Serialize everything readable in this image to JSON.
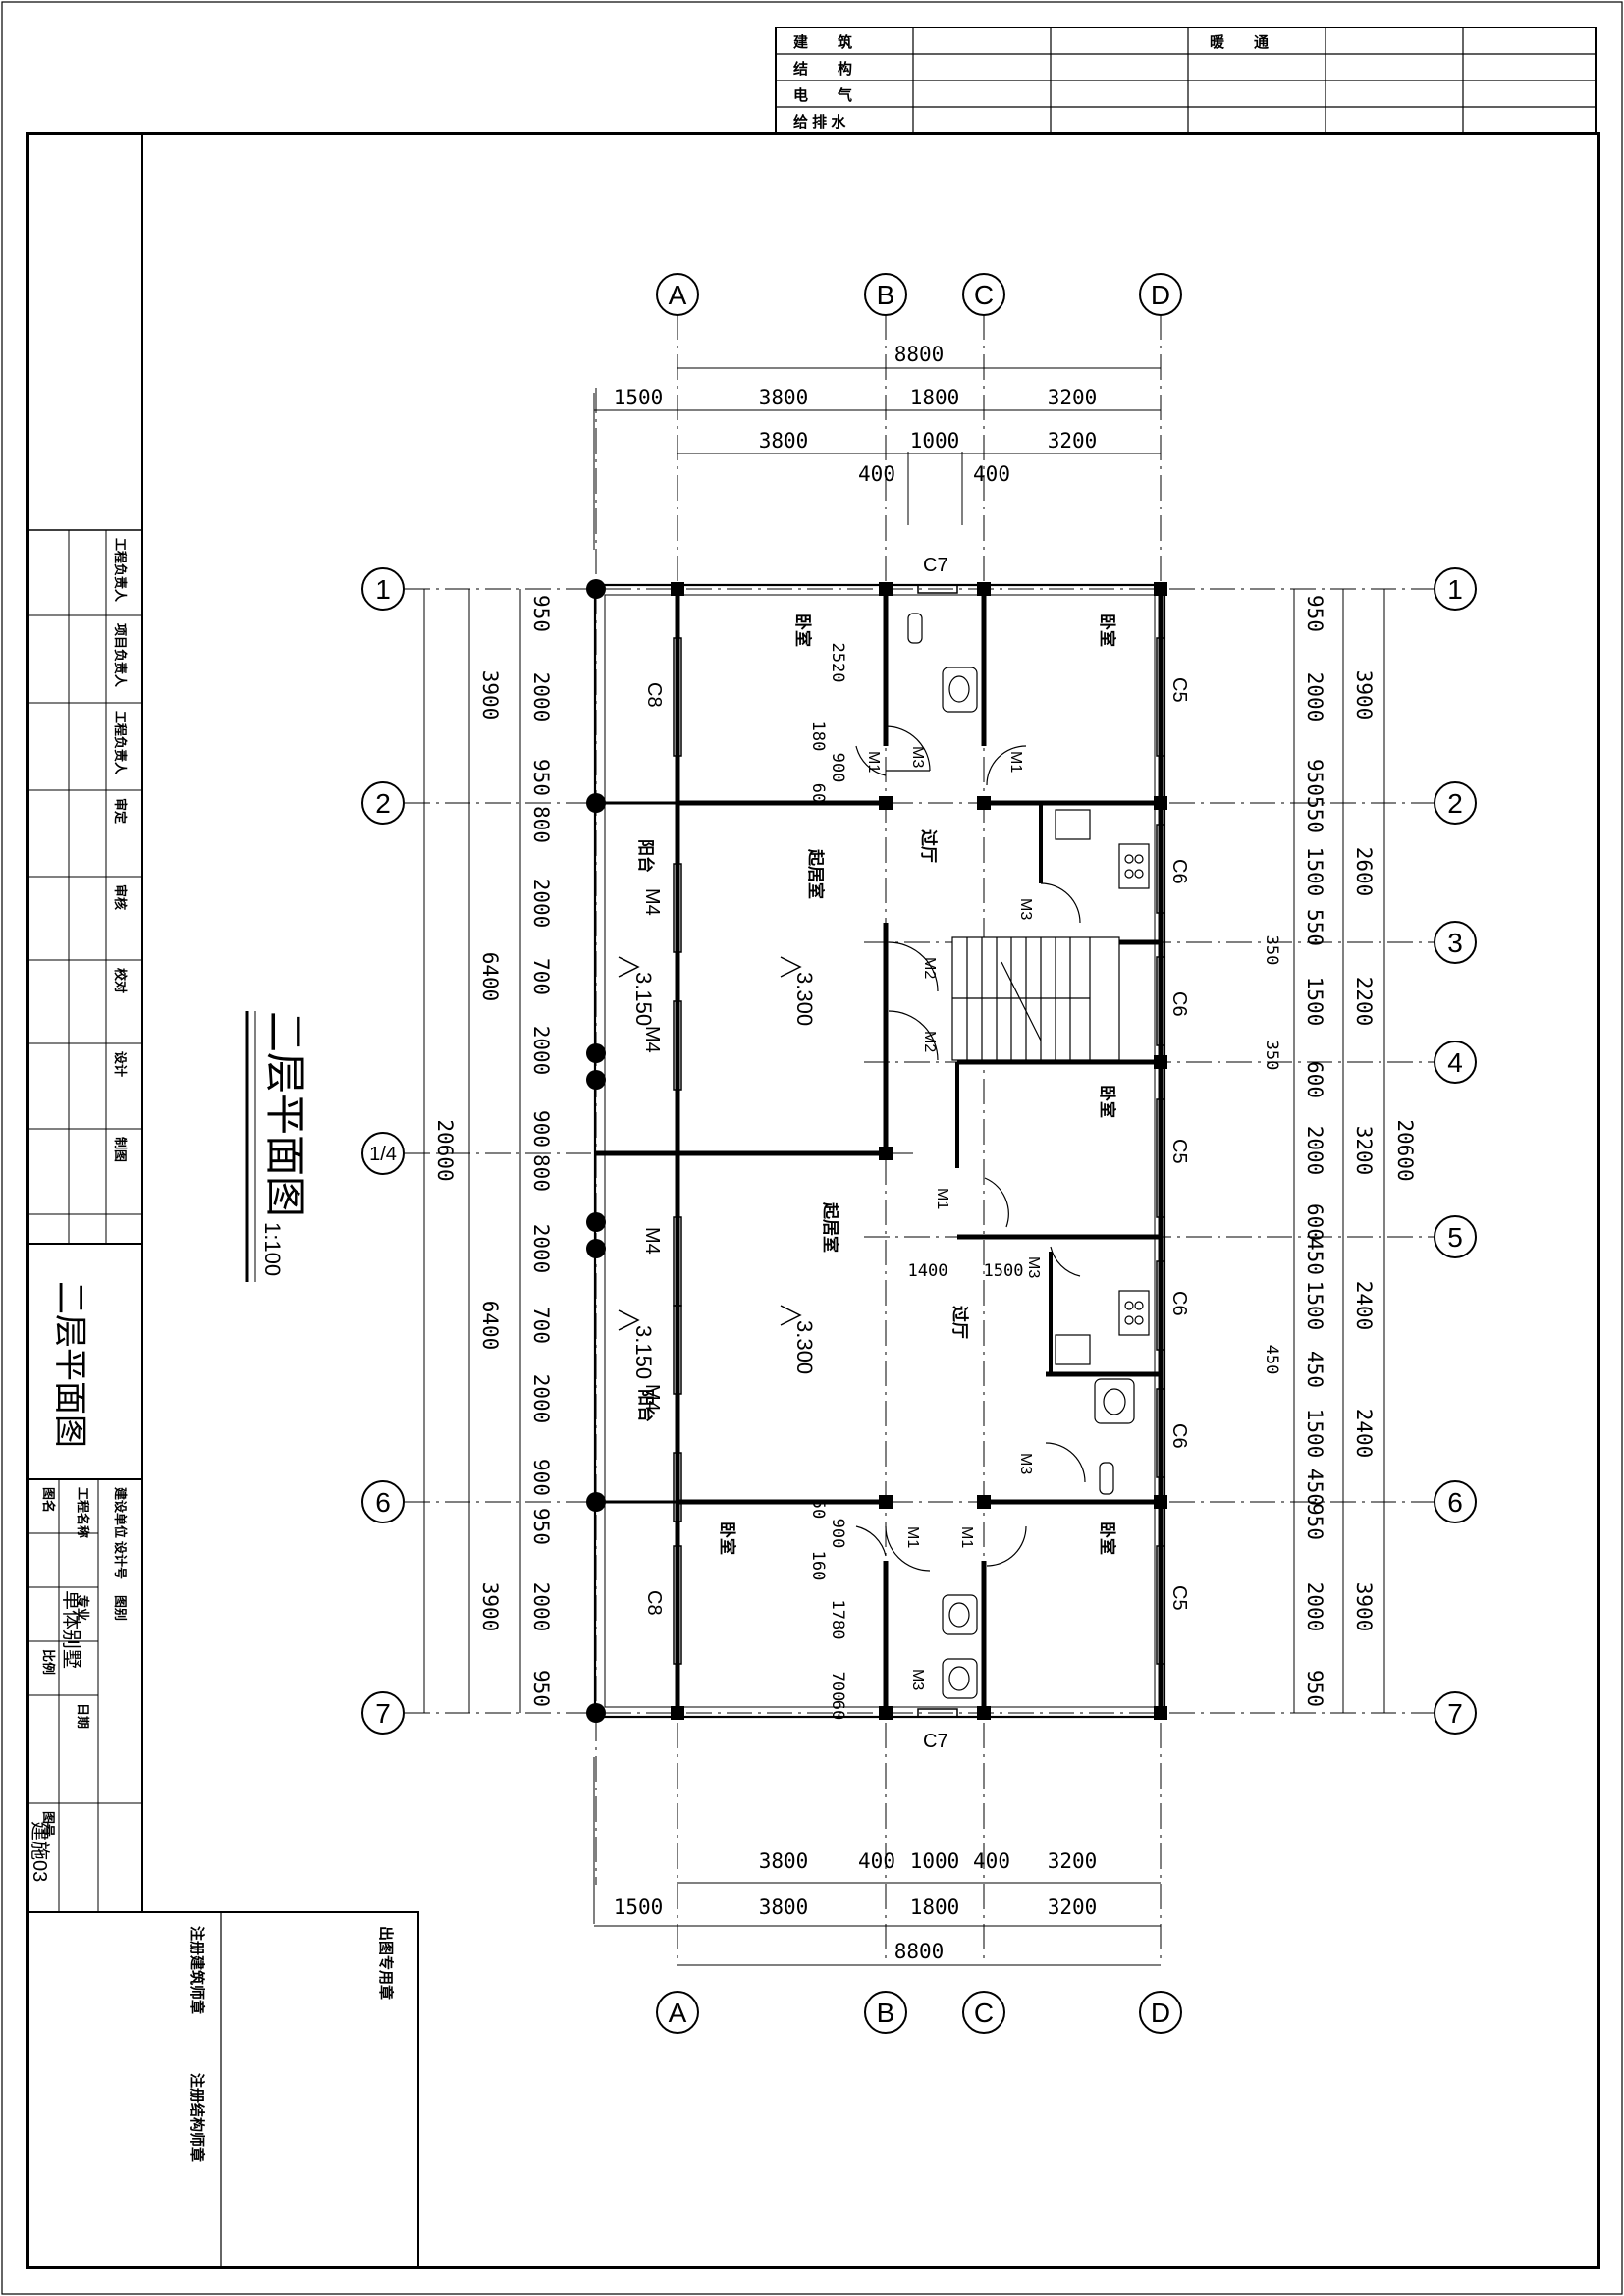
{
  "drawing": {
    "title": "二层平面图",
    "scale": "1:100",
    "project_name": "单体别墅",
    "titleblock_drawing_name": "二层平面图",
    "sheet_no": "建施03",
    "countersign": {
      "rows": [
        "建　　筑",
        "结　　构",
        "电　　气",
        "给 排 水"
      ],
      "header_extra": "暖　　通"
    },
    "seal_text": "出图专用章",
    "vertical_notes": [
      "注册建筑师章",
      "注册结构师章"
    ]
  },
  "grid": {
    "letters": [
      "A",
      "B",
      "C",
      "D"
    ],
    "numbers": [
      "1",
      "2",
      "3",
      "4",
      "1/4",
      "5",
      "6",
      "7"
    ]
  },
  "dims": {
    "top_total": "8800",
    "top_row1": [
      "1500",
      "3800",
      "1800",
      "3200"
    ],
    "top_row2": [
      "3800",
      "1000",
      "3200"
    ],
    "top_400a": "400",
    "top_400b": "400",
    "bot_row1": [
      "3800",
      "400",
      "1000",
      "400",
      "3200"
    ],
    "bot_row2": [
      "1500",
      "3800",
      "1800",
      "3200"
    ],
    "bot_total": "8800",
    "left_total": "20600",
    "left_mid": [
      "3900",
      "6400",
      "6400",
      "3900"
    ],
    "left_fine": [
      "950",
      "2000",
      "950",
      "800",
      "2000",
      "700",
      "2000",
      "900",
      "800",
      "2000",
      "700",
      "2000",
      "900",
      "950",
      "2000",
      "950"
    ],
    "right_total": "20600",
    "right_mid": [
      "3900",
      "2600",
      "2200",
      "3200",
      "2400",
      "2400",
      "3900"
    ],
    "right_fine": [
      "950",
      "2000",
      "950",
      "550",
      "1500",
      "550",
      "350",
      "1500",
      "350",
      "600",
      "2000",
      "600",
      "450",
      "1500",
      "450",
      "1500",
      "450",
      "950",
      "2000",
      "950"
    ],
    "interior": [
      "2520",
      "180",
      "900",
      "60",
      "1400",
      "1500",
      "450",
      "50",
      "900",
      "160",
      "1780",
      "700",
      "60"
    ]
  },
  "rooms": {
    "bedroom": "卧室",
    "living": "起居室",
    "hall": "过厅",
    "balcony": "阳台"
  },
  "levels": [
    "3.150",
    "3.300",
    "3.150",
    "3.300"
  ],
  "openings": {
    "c5": "C5",
    "c6": "C6",
    "c7": "C7",
    "c8": "C8",
    "m1": "M1",
    "m2": "M2",
    "m3": "M3",
    "m4": "M4"
  },
  "approval_labels": [
    "工程负责人",
    "项目负责人",
    "工程负责人",
    "审定",
    "审核",
    "校对",
    "设计",
    "制图"
  ],
  "titleblock_labels": [
    "建设单位",
    "工程名称",
    "图名",
    "设计号",
    "图别",
    "专业",
    "比例",
    "日期",
    "图号"
  ]
}
